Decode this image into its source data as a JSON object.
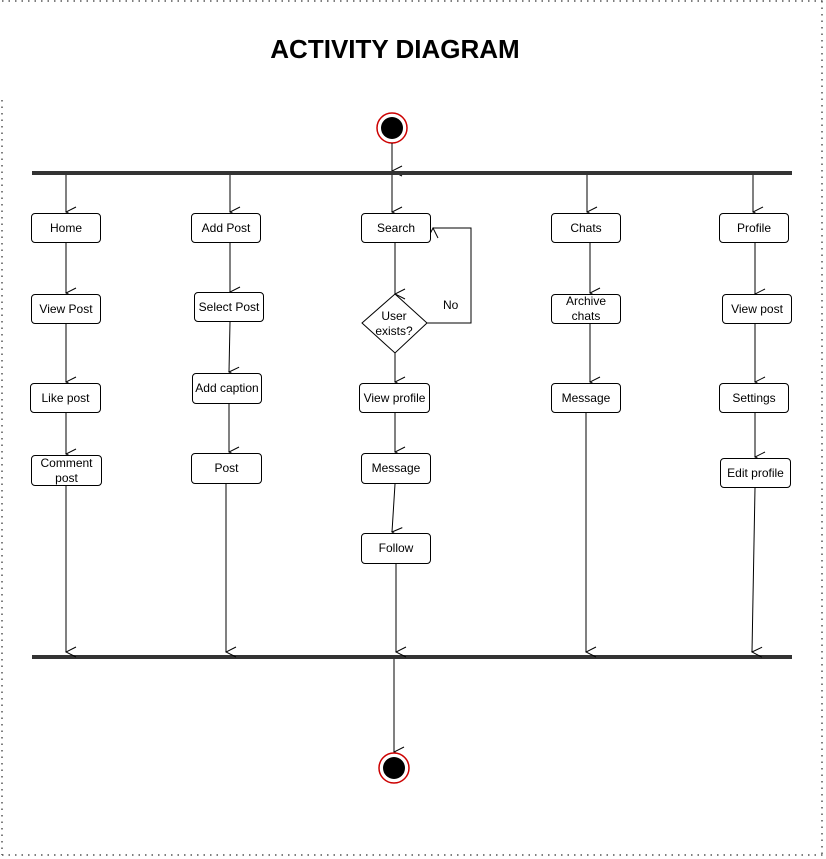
{
  "diagram": {
    "title": "ACTIVITY DIAGRAM",
    "decision": {
      "question": "User exists?",
      "no_label": "No"
    },
    "lanes": [
      {
        "id": "home",
        "steps": [
          "Home",
          "View Post",
          "Like post",
          "Comment post"
        ]
      },
      {
        "id": "add-post",
        "steps": [
          "Add Post",
          "Select Post",
          "Add caption",
          "Post"
        ]
      },
      {
        "id": "search",
        "steps": [
          "Search",
          "View profile",
          "Message",
          "Follow"
        ]
      },
      {
        "id": "chats",
        "steps": [
          "Chats",
          "Archive chats",
          "Message"
        ]
      },
      {
        "id": "profile",
        "steps": [
          "Profile",
          "View post",
          "Settings",
          "Edit profile"
        ]
      }
    ]
  }
}
